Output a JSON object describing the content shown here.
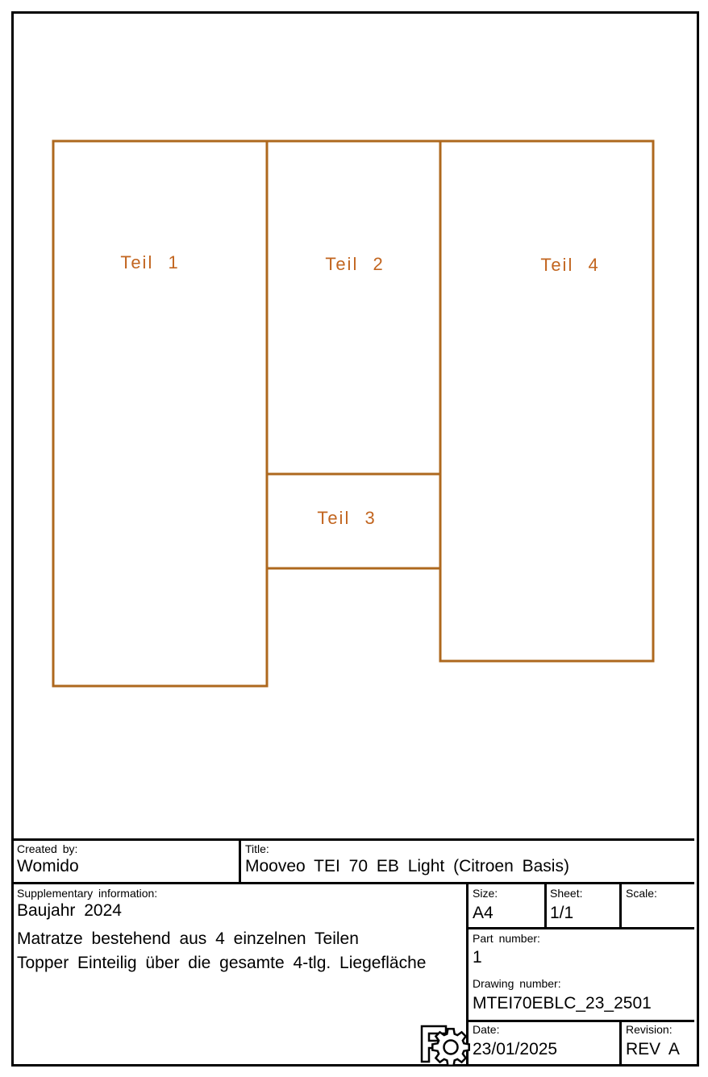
{
  "drawing": {
    "line_color": "#ae681e",
    "label_color": "#c2651f",
    "parts": [
      {
        "label": "Teil 1"
      },
      {
        "label": "Teil 2"
      },
      {
        "label": "Teil 3"
      },
      {
        "label": "Teil 4"
      }
    ]
  },
  "title_block": {
    "created_by": {
      "label": "Created by:",
      "value": "Womido"
    },
    "title": {
      "label": "Title:",
      "value": "Mooveo TEI 70 EB Light (Citroen Basis)"
    },
    "supplementary": {
      "label": "Supplementary information:",
      "lines": [
        "Baujahr 2024",
        "Matratze bestehend aus 4 einzelnen Teilen",
        "Topper Einteilig über die gesamte 4-tlg. Liegefläche"
      ]
    },
    "size": {
      "label": "Size:",
      "value": "A4"
    },
    "sheet": {
      "label": "Sheet:",
      "value": "1/1"
    },
    "scale": {
      "label": "Scale:",
      "value": ""
    },
    "part_number": {
      "label": "Part number:",
      "value": "1"
    },
    "drawing_number": {
      "label": "Drawing number:",
      "value": "MTEI70EBLC_23_2501"
    },
    "date": {
      "label": "Date:",
      "value": "23/01/2025"
    },
    "revision": {
      "label": "Revision:",
      "value": "REV A"
    }
  },
  "logo": {
    "name": "freecad-gear-logo"
  }
}
